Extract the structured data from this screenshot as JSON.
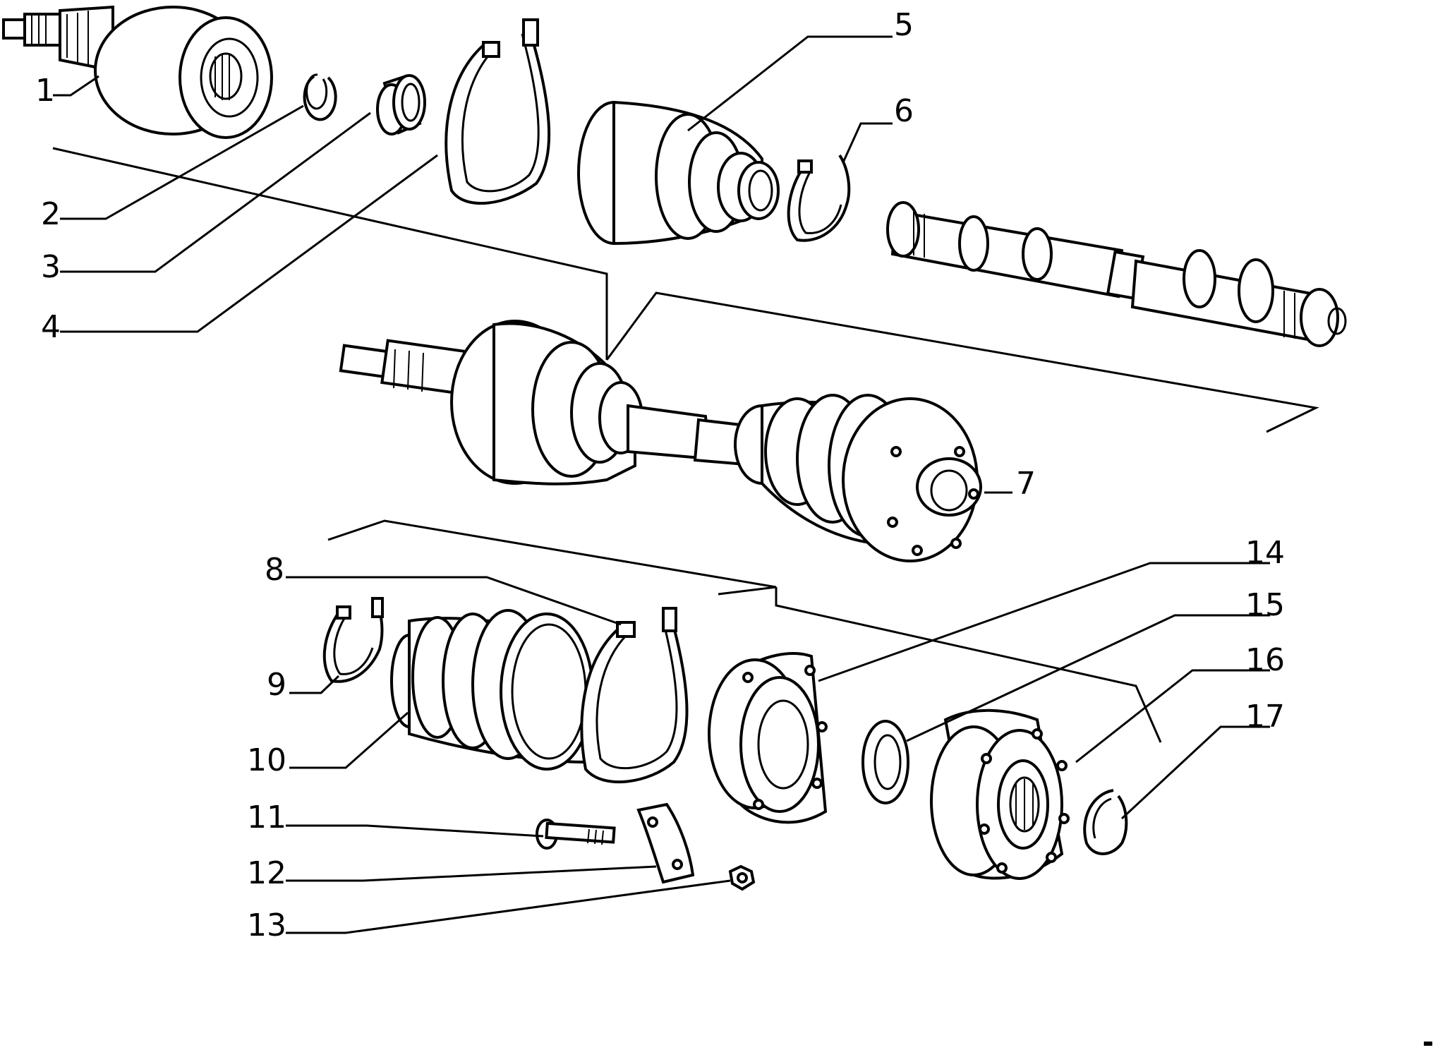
{
  "diagram": {
    "callouts": [
      {
        "id": "1",
        "label": "1"
      },
      {
        "id": "2",
        "label": "2"
      },
      {
        "id": "3",
        "label": "3"
      },
      {
        "id": "4",
        "label": "4"
      },
      {
        "id": "5",
        "label": "5"
      },
      {
        "id": "6",
        "label": "6"
      },
      {
        "id": "7",
        "label": "7"
      },
      {
        "id": "8",
        "label": "8"
      },
      {
        "id": "9",
        "label": "9"
      },
      {
        "id": "10",
        "label": "10"
      },
      {
        "id": "11",
        "label": "11"
      },
      {
        "id": "12",
        "label": "12"
      },
      {
        "id": "13",
        "label": "13"
      },
      {
        "id": "14",
        "label": "14"
      },
      {
        "id": "15",
        "label": "15"
      },
      {
        "id": "16",
        "label": "16"
      },
      {
        "id": "17",
        "label": "17"
      }
    ]
  },
  "colors": {
    "ink": "#000000",
    "paper": "#ffffff"
  }
}
